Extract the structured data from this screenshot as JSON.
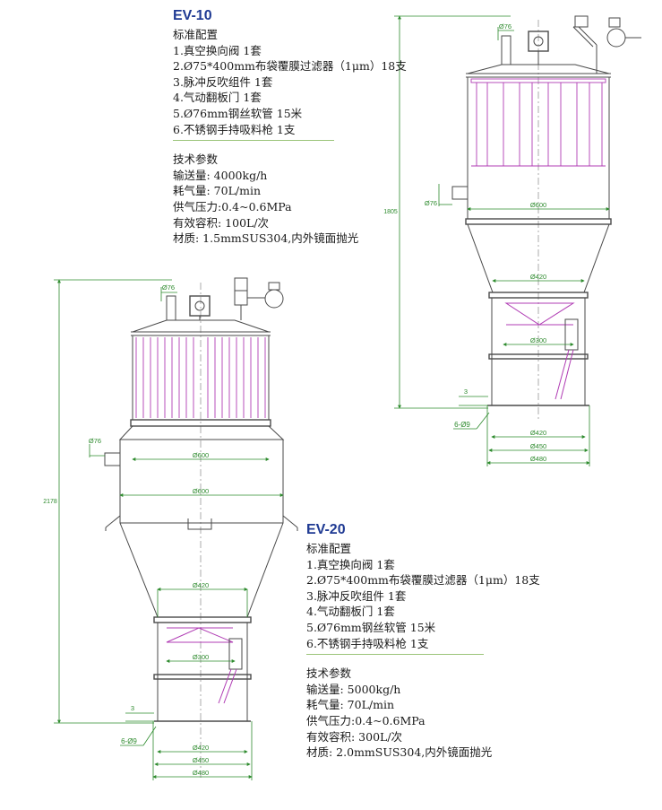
{
  "colors": {
    "line": "#4a4a4a",
    "filter": "#b03cb4",
    "dim": "#2e8b2e",
    "title": "#1f3a93",
    "separator": "#9bc47a"
  },
  "ev10": {
    "title": "EV-10",
    "config_heading": "标准配置",
    "config_items": [
      "1.真空换向阀 1套",
      "2.Ø75*400mm布袋覆膜过滤器（1μm）18支",
      "3.脉冲反吹组件 1套",
      "4.气动翻板门  1套",
      "5.Ø76mm钢丝软管 15米",
      "6.不锈钢手持吸料枪 1支"
    ],
    "tech_heading": "技术参数",
    "tech_items": [
      "输送量: 4000kg/h",
      "耗气量: 70L/min",
      "供气压力:0.4~0.6MPa",
      "有效容积: 100L/次",
      "材质: 1.5mmSUS304,内外镜面抛光"
    ],
    "dims": {
      "height": "1805",
      "inlet_top": "Ø76",
      "inlet_side": "Ø76",
      "body": "Ø600",
      "cone_low": "Ø420",
      "outlet": "Ø300",
      "step": "3",
      "holes": "6-Ø9",
      "base1": "Ø420",
      "base2": "Ø450",
      "base3": "Ø480"
    }
  },
  "ev20": {
    "title": "EV-20",
    "config_heading": "标准配置",
    "config_items": [
      "1.真空换向阀 1套",
      "2.Ø75*400mm布袋覆膜过滤器（1μm）18支",
      "3.脉冲反吹组件 1套",
      "4.气动翻板门  1套",
      "5.Ø76mm钢丝软管 15米",
      "6.不锈钢手持吸料枪 1支"
    ],
    "tech_heading": "技术参数",
    "tech_items": [
      "输送量: 5000kg/h",
      "耗气量: 70L/min",
      "供气压力:0.4~0.6MPa",
      "有效容积: 300L/次",
      "材质: 2.0mmSUS304,内外镜面抛光"
    ],
    "dims": {
      "height": "2178",
      "inlet_top": "Ø76",
      "inlet_side": "Ø76",
      "body_upper": "Ø600",
      "body_lower": "Ø600",
      "cone_low": "Ø420",
      "outlet": "Ø300",
      "step": "3",
      "holes": "6-Ø9",
      "base1": "Ø420",
      "base2": "Ø450",
      "base3": "Ø480"
    }
  }
}
